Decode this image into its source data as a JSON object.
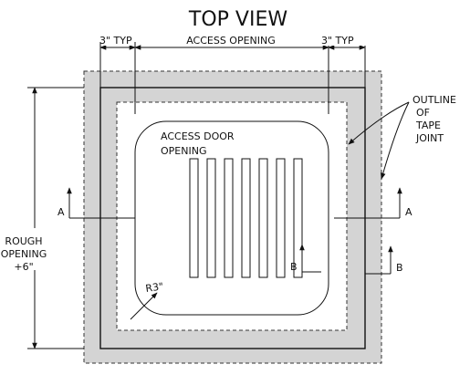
{
  "title": "TOP VIEW",
  "dims": {
    "left_typ": "3\" TYP",
    "access_opening": "ACCESS OPENING",
    "right_typ": "3\" TYP"
  },
  "labels": {
    "door_line1": "ACCESS DOOR",
    "door_line2": "OPENING",
    "outline_line1": "OUTLINE",
    "outline_line2": "OF",
    "outline_line3": "TAPE",
    "outline_line4": "JOINT",
    "rough_line1": "ROUGH",
    "rough_line2": "OPENING",
    "rough_line3": "+6\"",
    "radius": "R3\"",
    "section_a_left": "A",
    "section_a_right": "A",
    "section_b_inner": "B",
    "section_b_outer": "B"
  },
  "slot_count": 7,
  "colors": {
    "tape_band": "#d4d4d4",
    "line": "#111111"
  }
}
